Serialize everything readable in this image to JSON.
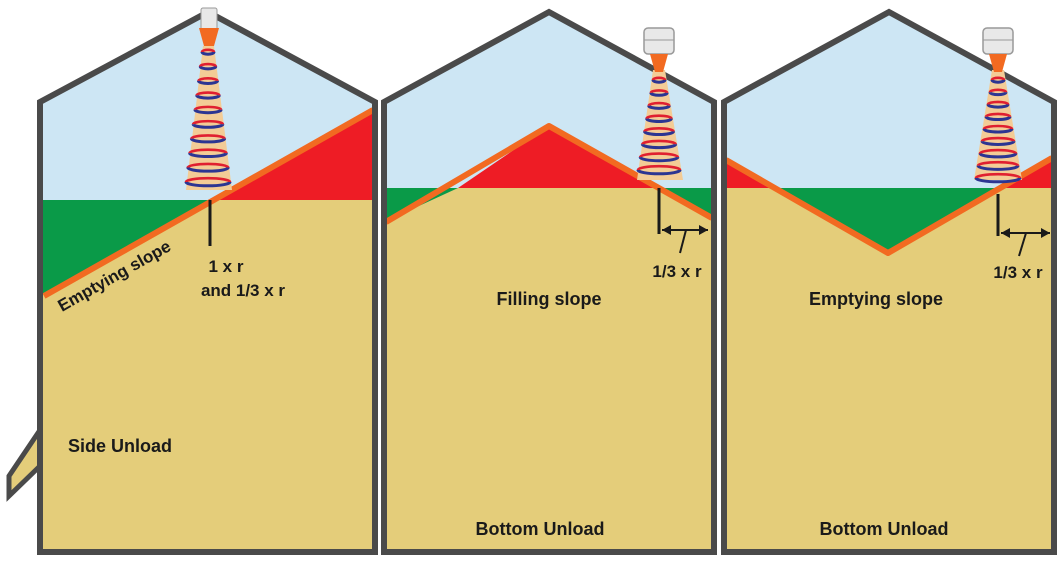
{
  "colors": {
    "outline": "#4a4a4a",
    "air": "#cde6f4",
    "grain": "#e4cd7a",
    "green": "#0a9a48",
    "red": "#ee1c25",
    "orange": "#f26a21",
    "beam": "#f3cc96",
    "ring_red": "#e02030",
    "ring_blue": "#2c3592",
    "sensor": "#e8e8e8"
  },
  "panels": [
    {
      "id": "side-unload",
      "slope_label": "Emptying slope",
      "measure_label_line1": "1 x r",
      "measure_label_line2": "and 1/3 x r",
      "unload_label": "Side Unload"
    },
    {
      "id": "bottom-unload-filling",
      "slope_label": "Filling slope",
      "measure_label": "1/3 x r",
      "unload_label": "Bottom Unload"
    },
    {
      "id": "bottom-unload-emptying",
      "slope_label": "Emptying slope",
      "measure_label": "1/3 x r",
      "unload_label": "Bottom Unload"
    }
  ]
}
